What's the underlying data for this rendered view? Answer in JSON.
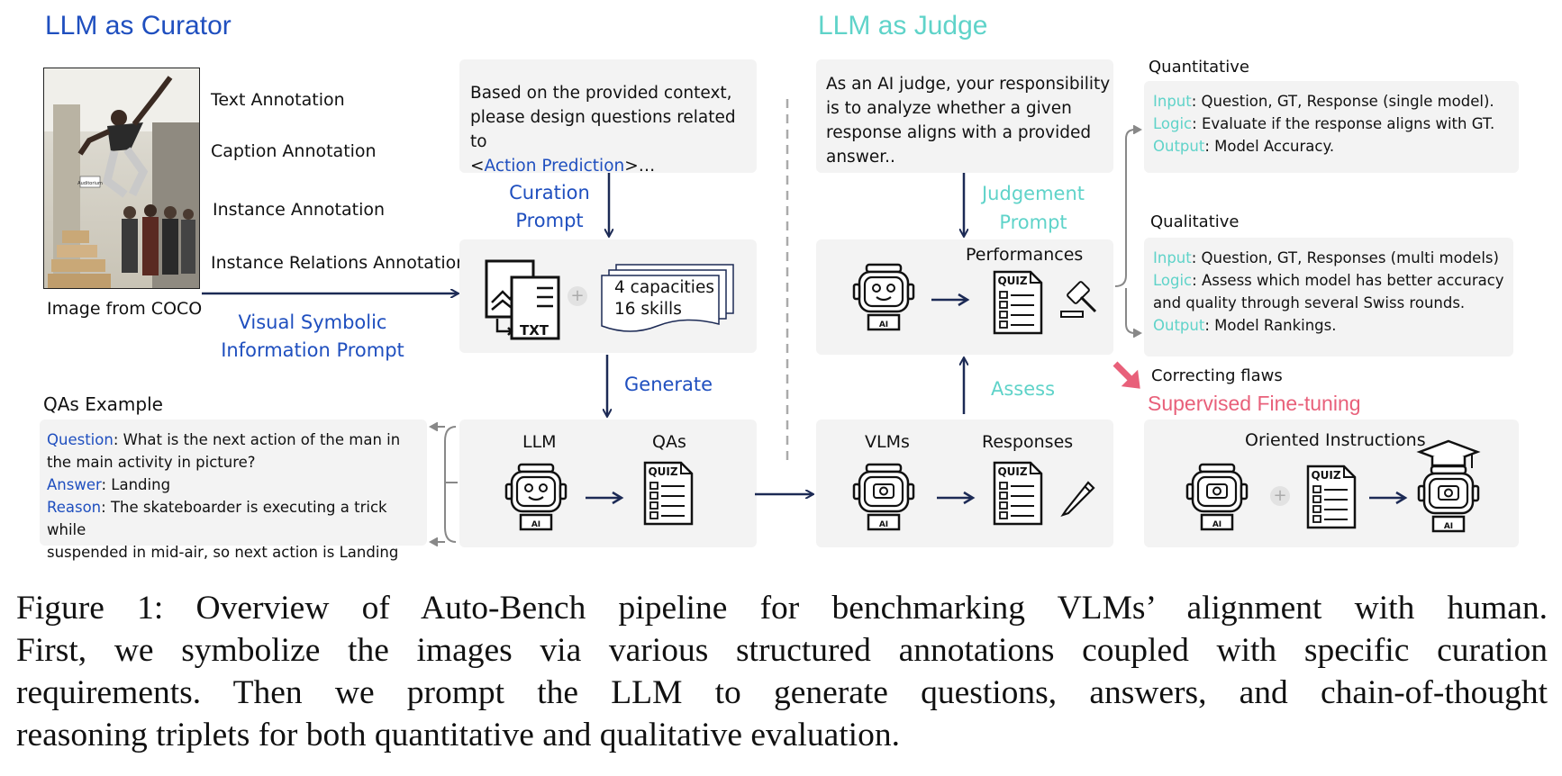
{
  "curator": {
    "heading": "LLM as Curator",
    "annotations": [
      "Text Annotation",
      "Caption Annotation",
      "Instance Annotation",
      "Instance Relations Annotation"
    ],
    "image_caption": "Image from COCO",
    "photo_sign": "Auditorium",
    "vsi_prompt_line1": "Visual Symbolic",
    "vsi_prompt_line2": "Information Prompt",
    "prompt_text_line1": "Based on the provided context,",
    "prompt_text_line2": "please design questions related to",
    "prompt_text_pre": "<",
    "prompt_text_link": "Action Prediction",
    "prompt_text_post": ">…",
    "curation_prompt_line1": "Curation",
    "curation_prompt_line2": "Prompt",
    "txt_label": "TXT",
    "capacities": "4 capacities",
    "skills": "16 skills",
    "generate": "Generate",
    "llm_label": "LLM",
    "qas_label": "QAs",
    "quiz_label": "QUIZ",
    "ai_label": "AI",
    "qa_example_title": "QAs Example",
    "qa": {
      "question_key": "Question",
      "question_line1": ": What is the next action of the man in",
      "question_line2": "the main activity in picture?",
      "answer_key": "Answer",
      "answer_value": ": Landing",
      "reason_key": "Reason",
      "reason_line1": ": The skateboarder is executing a trick while",
      "reason_line2": "suspended in mid-air, so next action is Landing"
    }
  },
  "judge": {
    "heading": "LLM as Judge",
    "prompt_line1": "As an AI judge, your responsibility",
    "prompt_line2": "is to analyze whether a given",
    "prompt_line3": "response aligns with a provided",
    "prompt_line4": "answer..",
    "judgement_prompt_line1": "Judgement",
    "judgement_prompt_line2": "Prompt",
    "performances": "Performances",
    "assess": "Assess",
    "vlms_label": "VLMs",
    "responses_label": "Responses",
    "quantitative": {
      "title": "Quantitative",
      "input_key": "Input",
      "input_value": ":  Question,  GT, Response (single model).",
      "logic_key": "Logic",
      "logic_value": ": Evaluate if the response aligns with GT.",
      "output_key": "Output",
      "output_value": ": Model Accuracy."
    },
    "qualitative": {
      "title": "Qualitative",
      "input_key": "Input",
      "input_value": ":  Question,  GT, Responses (multi models)",
      "logic_key": "Logic",
      "logic_value_line1": ": Assess which model has better accuracy",
      "logic_value_line2": "and quality through several Swiss rounds.",
      "output_key": "Output",
      "output_value": ": Model Rankings."
    },
    "correcting_flaws": "Correcting  flaws",
    "sft": "Supervised Fine-tuning",
    "oriented_instructions": "Oriented Instructions"
  },
  "caption": {
    "line1": "Figure 1:  Overview of Auto-Bench pipeline for benchmarking VLMs’ alignment with human.",
    "line2": "First, we symbolize the images via various structured annotations coupled with specific curation",
    "line3": "requirements.  Then we prompt the LLM to generate questions, answers, and chain-of-thought",
    "line4": "reasoning triplets for both quantitative and qualitative evaluation."
  },
  "colors": {
    "blue": "#1f4fbf",
    "teal": "#5fd3c9",
    "pink": "#e8607a",
    "navy": "#1c2a55",
    "panel": "#f3f3f3"
  }
}
